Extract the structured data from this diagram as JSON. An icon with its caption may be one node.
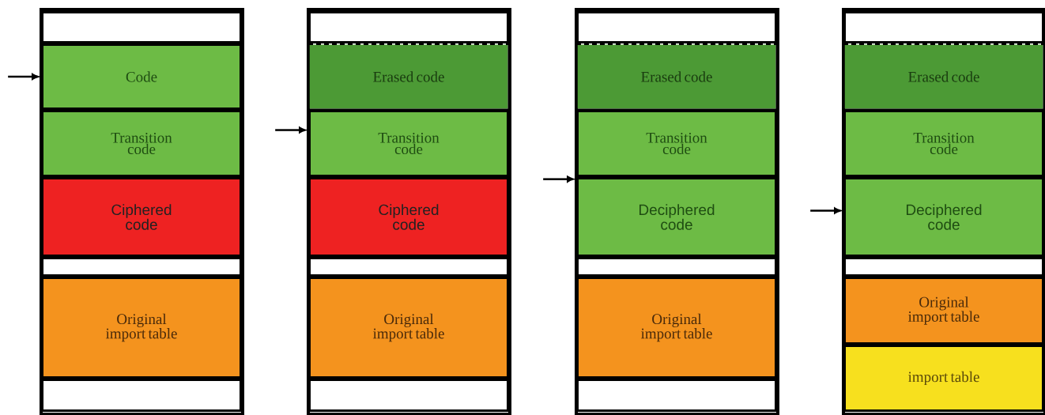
{
  "diagram": {
    "nodes": [
      {
        "text": [],
        "shape": "box"
      },
      {
        "text": [],
        "shape": "box",
        "in": 0
      },
      {
        "text": [
          "Code"
        ],
        "in": 0
      },
      {
        "text": [
          "Transition code"
        ],
        "in": 0
      },
      {
        "text": [
          "Ciphered code"
        ],
        "in": 0
      },
      {
        "text": [],
        "shape": "box",
        "in": 0
      },
      {
        "text": [
          "Original import table"
        ],
        "in": 0
      },
      {
        "text": [],
        "shape": "box",
        "in": 0
      },
      {
        "text": [],
        "shape": "box"
      },
      {
        "text": [],
        "shape": "box",
        "in": 8
      },
      {
        "text": [
          "Erased code"
        ],
        "in": 8
      },
      {
        "text": [
          "Transition code"
        ],
        "in": 8
      },
      {
        "text": [
          "Ciphered code"
        ],
        "in": 8
      },
      {
        "text": [],
        "shape": "box",
        "in": 8
      },
      {
        "text": [
          "Original import table"
        ],
        "in": 8
      },
      {
        "text": [],
        "shape": "box",
        "in": 8
      },
      {
        "text": [],
        "shape": "box"
      },
      {
        "text": [],
        "shape": "box",
        "in": 16
      },
      {
        "text": [
          "Erased code"
        ],
        "in": 16
      },
      {
        "text": [
          "Transition code"
        ],
        "in": 16
      },
      {
        "text": [
          "Deciphered code"
        ],
        "in": 16
      },
      {
        "text": [],
        "shape": "box",
        "in": 16
      },
      {
        "text": [
          "Original import table"
        ],
        "in": 16
      },
      {
        "text": [],
        "shape": "box",
        "in": 16
      },
      {
        "text": [],
        "shape": "box"
      },
      {
        "text": [],
        "shape": "box",
        "in": 24
      },
      {
        "text": [
          "Erased code"
        ],
        "in": 24
      },
      {
        "text": [
          "Transition code"
        ],
        "in": 24
      },
      {
        "text": [
          "Deciphered code"
        ],
        "in": 24
      },
      {
        "text": [],
        "shape": "box",
        "in": 24
      },
      {
        "text": [
          "Original import table"
        ],
        "in": 24
      },
      {
        "text": [
          "import table"
        ],
        "in": 24
      }
    ],
    "edges": [
      {
        "from": null,
        "to": 2,
        "arrow": "to"
      },
      {
        "from": null,
        "to": 11,
        "arrow": "to"
      },
      {
        "from": null,
        "to": 20,
        "arrow": "to"
      },
      {
        "from": null,
        "to": 28,
        "arrow": "to"
      }
    ]
  }
}
